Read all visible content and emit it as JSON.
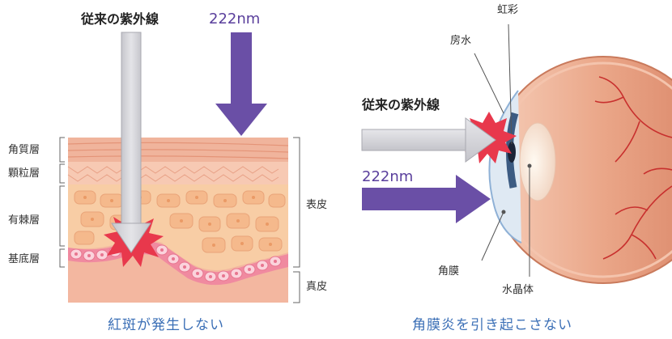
{
  "skin": {
    "uv_label": "従来の紫外線",
    "nm_label": "222nm",
    "layers": [
      "角質層",
      "顆粒層",
      "有棘層",
      "基底層"
    ],
    "epidermis": "表皮",
    "dermis": "真皮",
    "caption": "紅斑が発生しない"
  },
  "eye": {
    "uv_label": "従来の紫外線",
    "nm_label": "222nm",
    "iris": "虹彩",
    "aqueous": "房水",
    "cornea": "角膜",
    "lens": "水晶体",
    "caption": "角膜炎を引き起こさない"
  },
  "colors": {
    "uv_arrow": "#d2d2d8",
    "nm_arrow": "#6a4fa6",
    "burst": "#e8384c",
    "caption": "#3b6fb6"
  }
}
